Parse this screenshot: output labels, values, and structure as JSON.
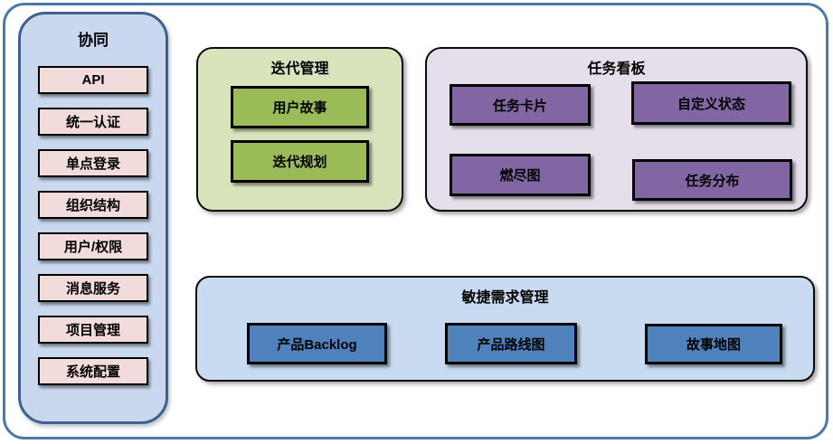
{
  "sidebar": {
    "title": "协同",
    "items": [
      "API",
      "统一认证",
      "单点登录",
      "组织结构",
      "用户/权限",
      "消息服务",
      "项目管理",
      "系统配置"
    ]
  },
  "panels": {
    "iteration": {
      "title": "迭代管理",
      "items": [
        "用户故事",
        "迭代规划"
      ]
    },
    "taskboard": {
      "title": "任务看板",
      "items": [
        "任务卡片",
        "自定义状态",
        "燃尽图",
        "任务分布"
      ]
    },
    "requirements": {
      "title": "敏捷需求管理",
      "items": [
        "产品Backlog",
        "产品路线图",
        "故事地图"
      ]
    }
  },
  "colors": {
    "outer_frame_border": "#4d78a8",
    "sidebar_fill": "#c9d8ef",
    "sidebar_border": "#40618f",
    "sidebar_item_fill": "#f2dcdb",
    "iteration_panel_fill": "#d7e4bc",
    "iteration_item_fill": "#9bbb59",
    "taskboard_panel_fill": "#e5dfec",
    "taskboard_item_fill": "#8266a4",
    "requirements_panel_fill": "#c9dbf0",
    "requirements_item_fill": "#4f81bd",
    "box_border": "#000000",
    "text": "#000000"
  }
}
